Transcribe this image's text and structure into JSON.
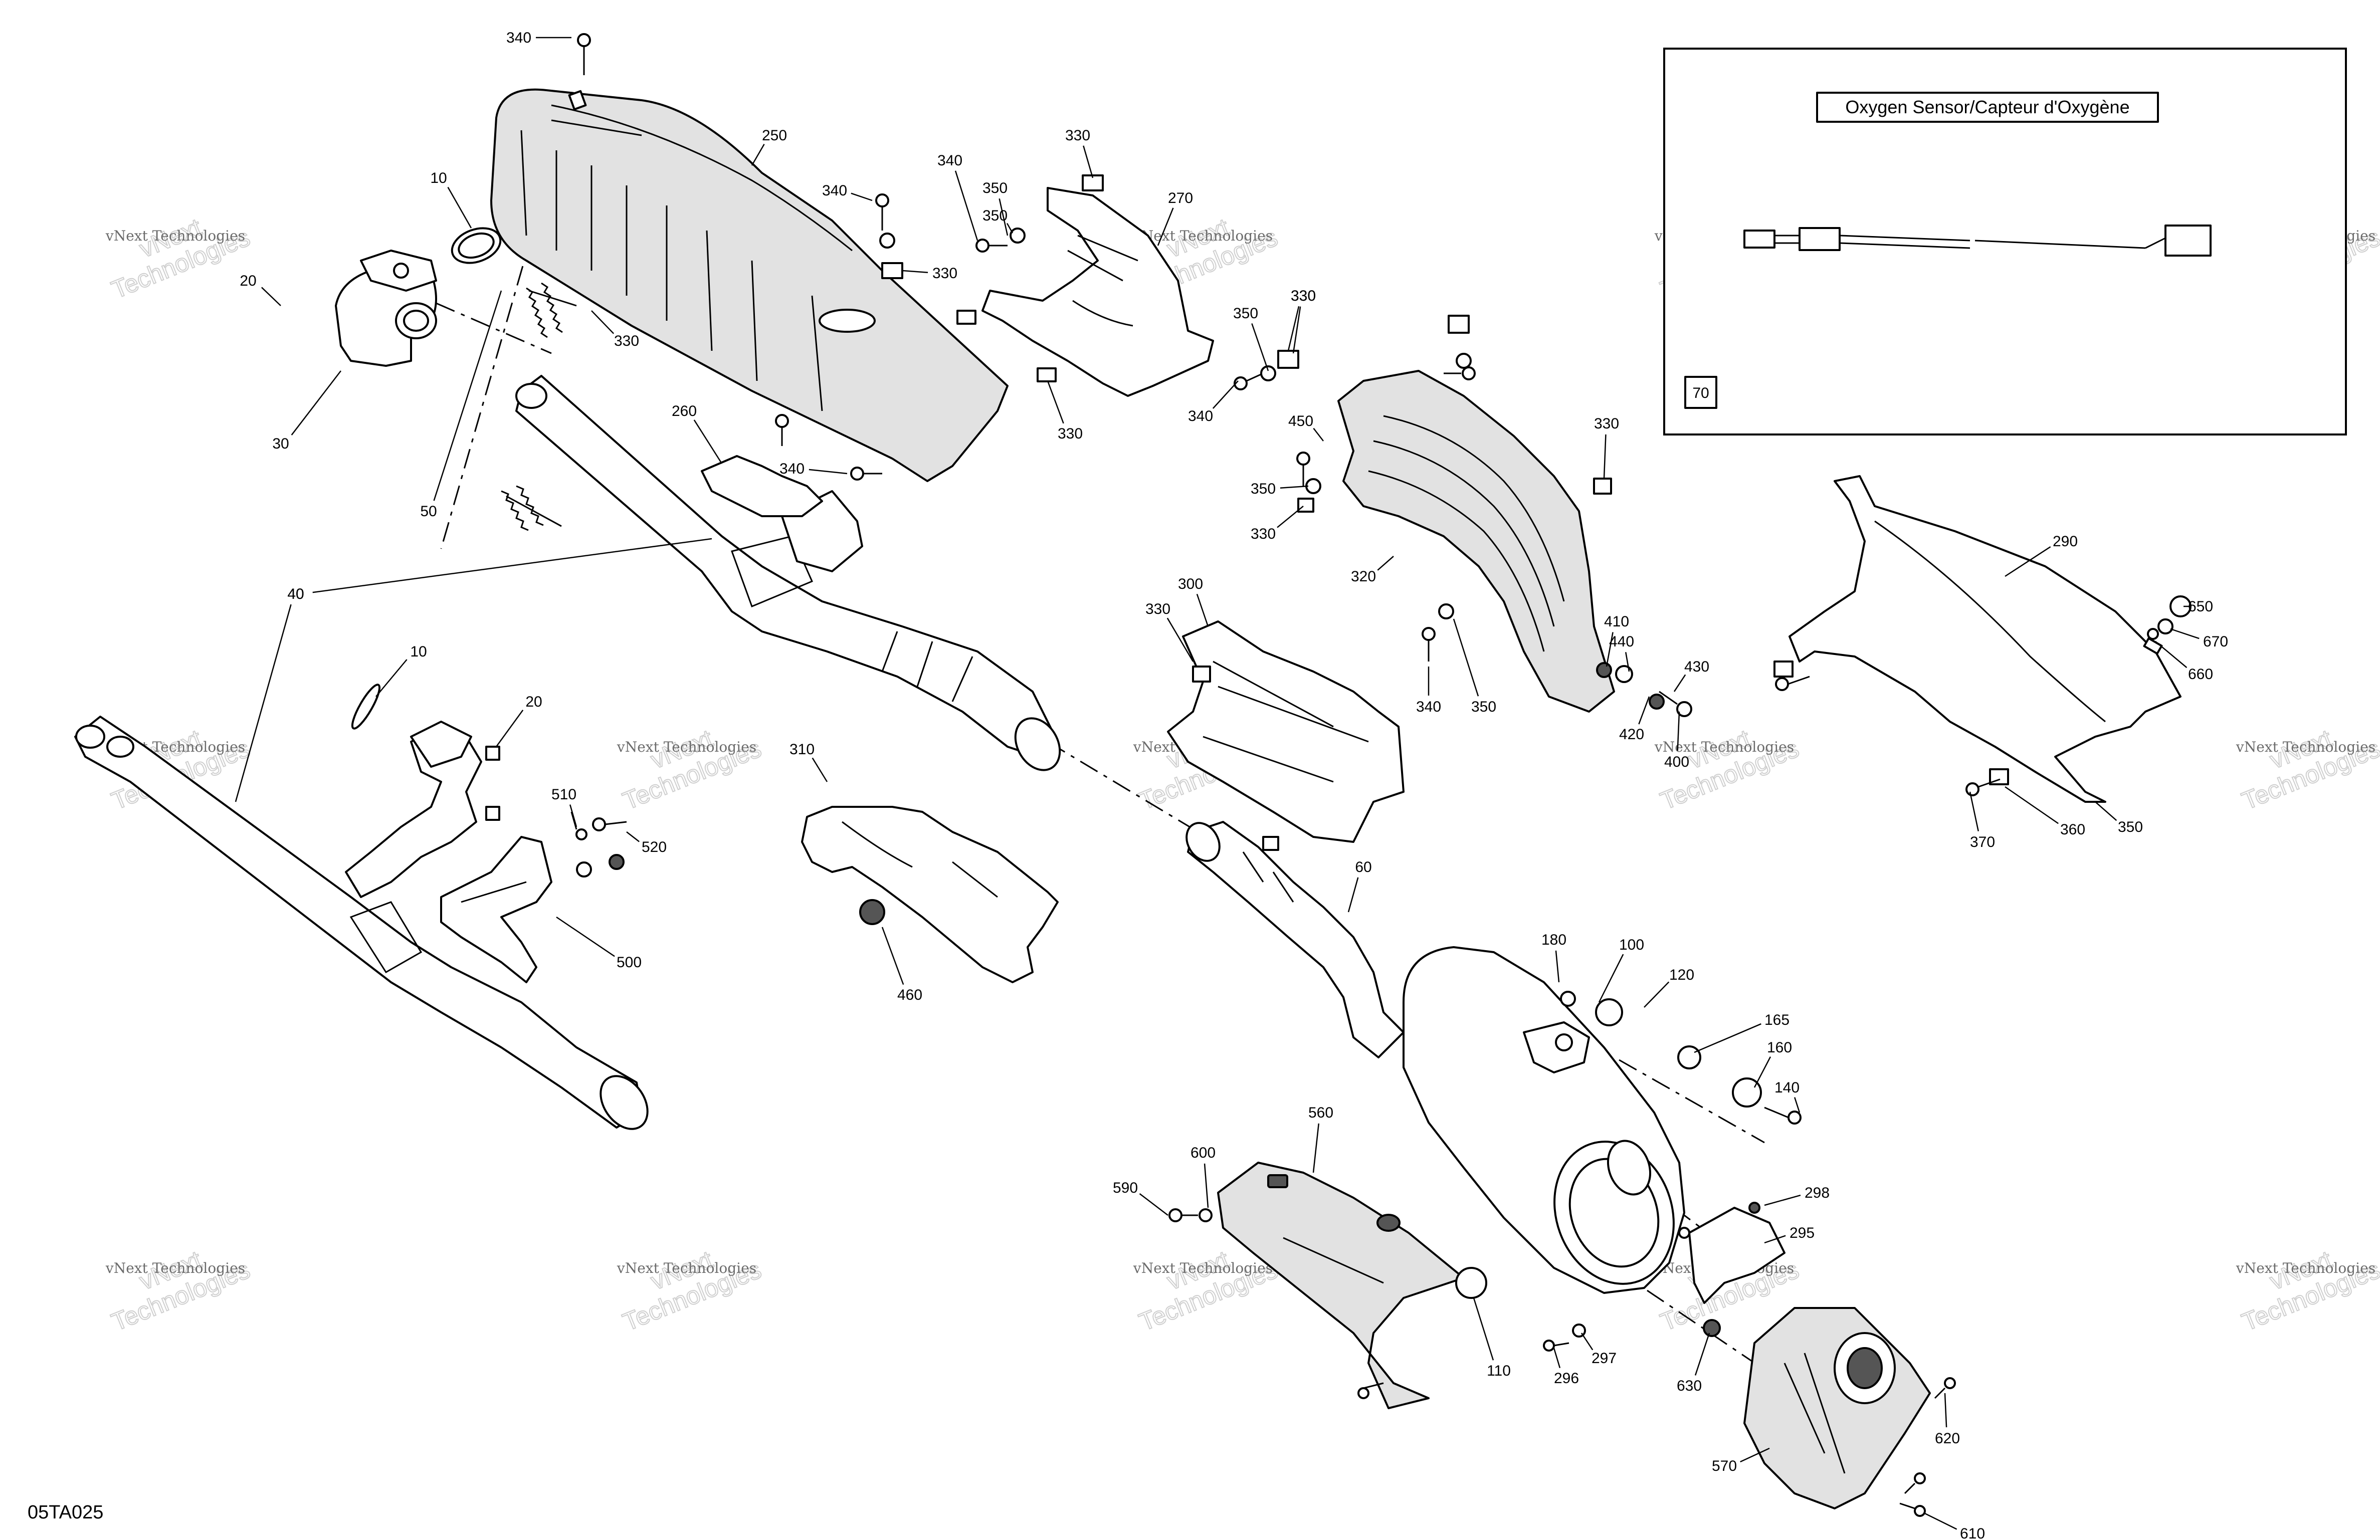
{
  "diagram": {
    "code": "05TA025",
    "inset": {
      "title": "Oxygen Sensor/Capteur d'Oxygène",
      "part_number": "70"
    },
    "callouts": [
      "10",
      "20",
      "30",
      "40",
      "50",
      "60",
      "100",
      "110",
      "120",
      "140",
      "160",
      "165",
      "180",
      "250",
      "260",
      "270",
      "290",
      "295",
      "296",
      "297",
      "298",
      "300",
      "310",
      "320",
      "330",
      "340",
      "350",
      "360",
      "370",
      "400",
      "410",
      "420",
      "430",
      "440",
      "450",
      "460",
      "500",
      "510",
      "520",
      "560",
      "570",
      "590",
      "600",
      "610",
      "620",
      "630",
      "650",
      "660",
      "670"
    ],
    "watermark": {
      "line1": "vNext Technologies",
      "line2a": "vNext",
      "line2b": "Technologies"
    }
  }
}
